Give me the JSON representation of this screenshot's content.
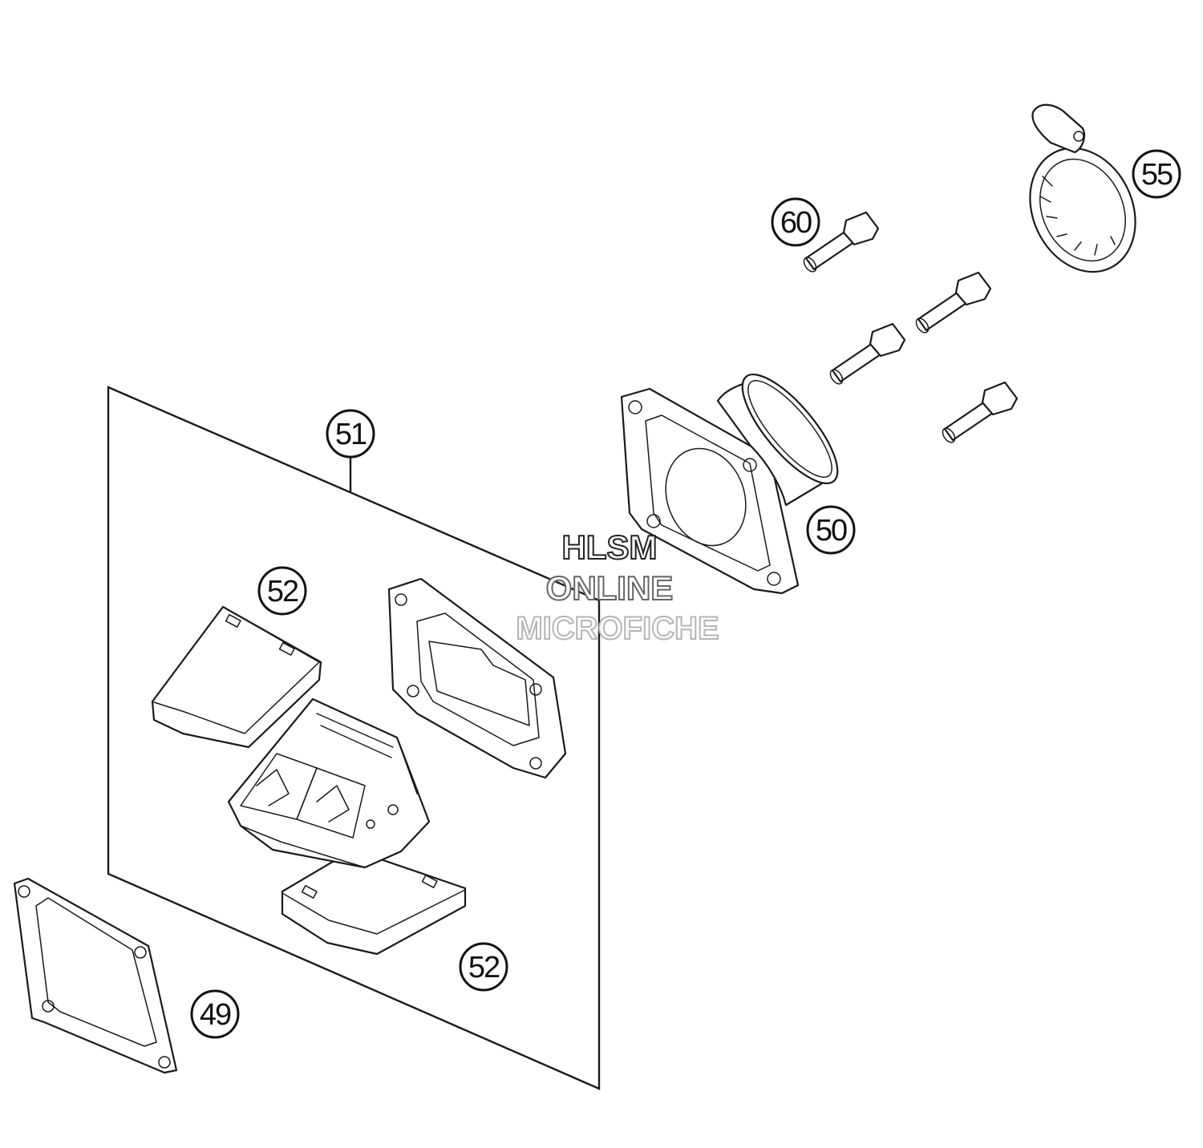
{
  "callouts": [
    {
      "id": "c49",
      "label": "49"
    },
    {
      "id": "c50",
      "label": "50"
    },
    {
      "id": "c51",
      "label": "51"
    },
    {
      "id": "c52a",
      "label": "52"
    },
    {
      "id": "c52b",
      "label": "52"
    },
    {
      "id": "c55",
      "label": "55"
    },
    {
      "id": "c60",
      "label": "60"
    }
  ],
  "watermark": {
    "line1": "HLSM",
    "line2": "ONLINE",
    "line3": "MICROFICHE"
  }
}
